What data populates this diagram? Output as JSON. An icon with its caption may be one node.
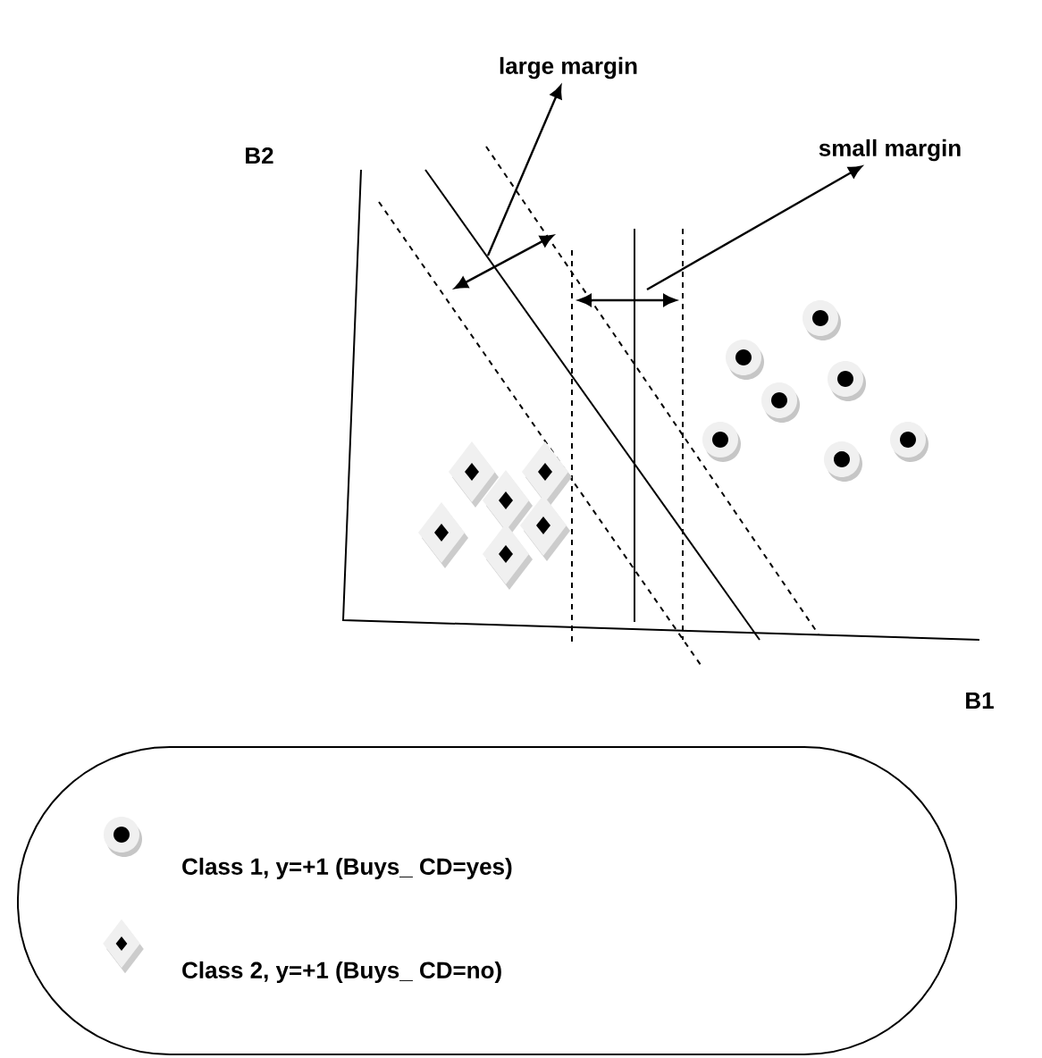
{
  "diagram": {
    "nodes": [
      {
        "text": [
          "large margin"
        ]
      },
      {
        "text": [
          "small margin"
        ]
      }
    ],
    "edges": [
      {
        "from": null,
        "to": 0,
        "arrow": "to"
      },
      {
        "from": null,
        "to": 1,
        "arrow": "to"
      }
    ],
    "labels": [
      "B2",
      "B1"
    ],
    "legend": [
      {
        "text": "Class 1, y=+1 (Buys_ CD=yes)"
      },
      {
        "text": "Class 2, y=+1 (Buys_ CD=no)"
      }
    ]
  }
}
